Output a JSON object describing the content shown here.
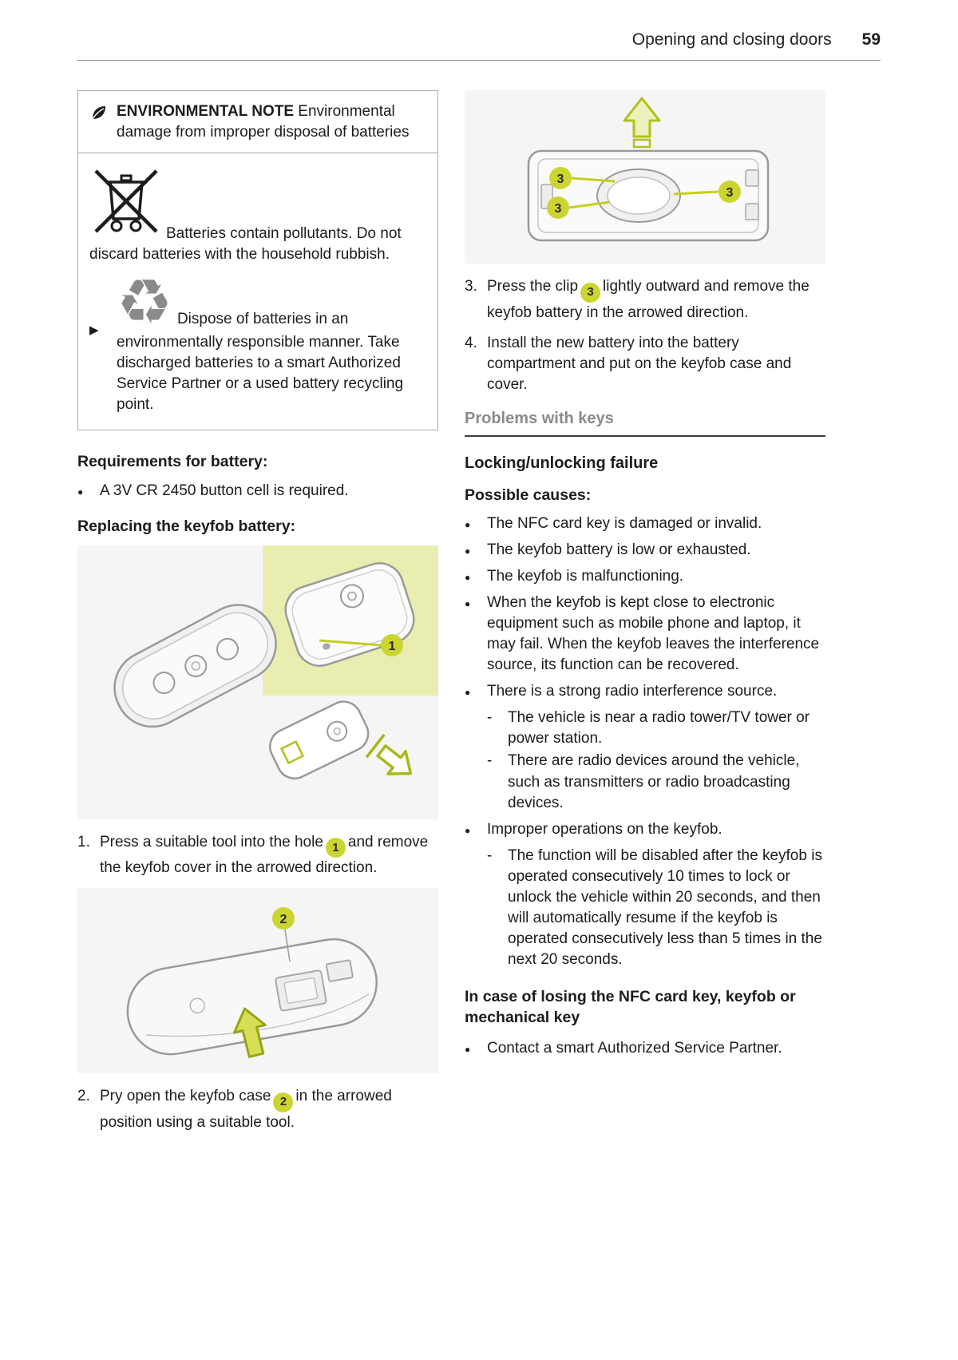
{
  "header": {
    "title": "Opening and closing doors",
    "page_number": "59"
  },
  "icons": {
    "env_marker": "▶",
    "recycle": "♻",
    "bullet": "●",
    "dash": "-"
  },
  "env_note": {
    "label": "ENVIRONMENTAL NOTE",
    "title_rest": " Environmental damage from improper disposal of batteries",
    "p1": "Batteries contain pollutants. Do not discard batteries with the household rubbish.",
    "p2": "Dispose of batteries in an environmentally responsible manner. Take discharged batteries to a smart Authorized Service Partner or a used battery recycling point."
  },
  "left": {
    "requirements_heading": "Requirements for battery:",
    "requirements_bullet": "A 3V CR 2450 button cell is required.",
    "replacing_heading": "Replacing the keyfob battery:",
    "figure1_badge": "1",
    "step1": {
      "num": "1.",
      "pre": "Press a suitable tool into the hole",
      "badge": "1",
      "post": "and remove the keyfob cover in the arrowed direction."
    },
    "figure2_badge": "2",
    "step2": {
      "num": "2.",
      "pre": "Pry open the keyfob case",
      "badge": "2",
      "post": "in the arrowed position using a suitable tool."
    }
  },
  "right": {
    "figure3_badges": [
      "3",
      "3",
      "3"
    ],
    "step3": {
      "num": "3.",
      "pre": "Press the clip",
      "badge": "3",
      "post": "lightly outward and remove the keyfob battery in the arrowed direction."
    },
    "step4": {
      "num": "4.",
      "text": "Install the new battery into the battery compartment and put on the keyfob case and cover."
    },
    "section_heading": "Problems with keys",
    "subheading": "Locking/unlocking failure",
    "causes_heading": "Possible causes:",
    "causes": [
      "The NFC card key is damaged or invalid.",
      "The keyfob battery is low or exhausted.",
      "The keyfob is malfunctioning.",
      "When the keyfob is kept close to electronic equipment such as mobile phone and laptop, it may fail. When the keyfob leaves the interference source, its function can be recovered."
    ],
    "cause_radio": {
      "text": "There is a strong radio interference source.",
      "subs": [
        "The vehicle is near a radio tower/TV tower or power station.",
        "There are radio devices around the vehicle, such as transmitters or radio broadcasting devices."
      ]
    },
    "cause_improper": {
      "text": "Improper operations on the keyfob.",
      "subs": [
        "The function will be disabled after the keyfob is operated consecutively 10 times to lock or unlock the vehicle within 20 seconds, and then will automatically resume if the keyfob is operated consecutively less than 5 times in the next 20 seconds."
      ]
    },
    "losing_heading": "In case of losing the NFC card key, keyfob or mechanical key",
    "losing_bullet": "Contact a smart Authorized Service Partner."
  },
  "colors": {
    "accent": "#c3cf21",
    "badge": "#ccd530",
    "highlight": "#e9edaf"
  }
}
